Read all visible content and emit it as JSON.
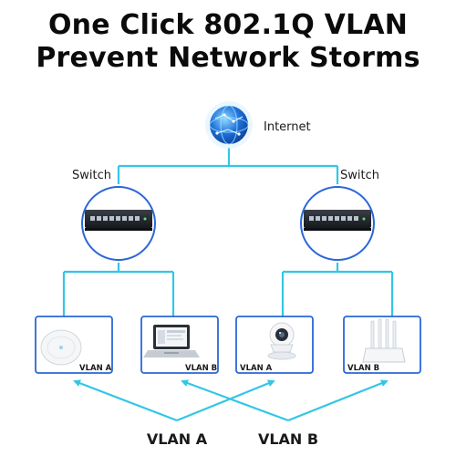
{
  "title": {
    "line1": "One Click 802.1Q VLAN",
    "line2": "Prevent Network Storms"
  },
  "nodes": {
    "internet": {
      "label": "Internet",
      "icon": "globe-icon"
    },
    "switch_left": {
      "label": "Switch",
      "icon": "network-switch-icon"
    },
    "switch_right": {
      "label": "Switch",
      "icon": "network-switch-icon"
    }
  },
  "devices": [
    {
      "icon": "access-point-icon",
      "vlan": "VLAN A"
    },
    {
      "icon": "laptop-icon",
      "vlan": "VLAN B"
    },
    {
      "icon": "security-camera-icon",
      "vlan": "VLAN A"
    },
    {
      "icon": "wifi-router-icon",
      "vlan": "VLAN B"
    }
  ],
  "legend": {
    "vlan_a": "VLAN A",
    "vlan_b": "VLAN B"
  },
  "colors": {
    "connector": "#33c6e6",
    "box_border": "#2a67d8",
    "circle_border": "#2a67d8",
    "switch_body": "#1f2328",
    "port_fill": "#b9c3cf",
    "globe_blue": "#1e6fd9"
  }
}
